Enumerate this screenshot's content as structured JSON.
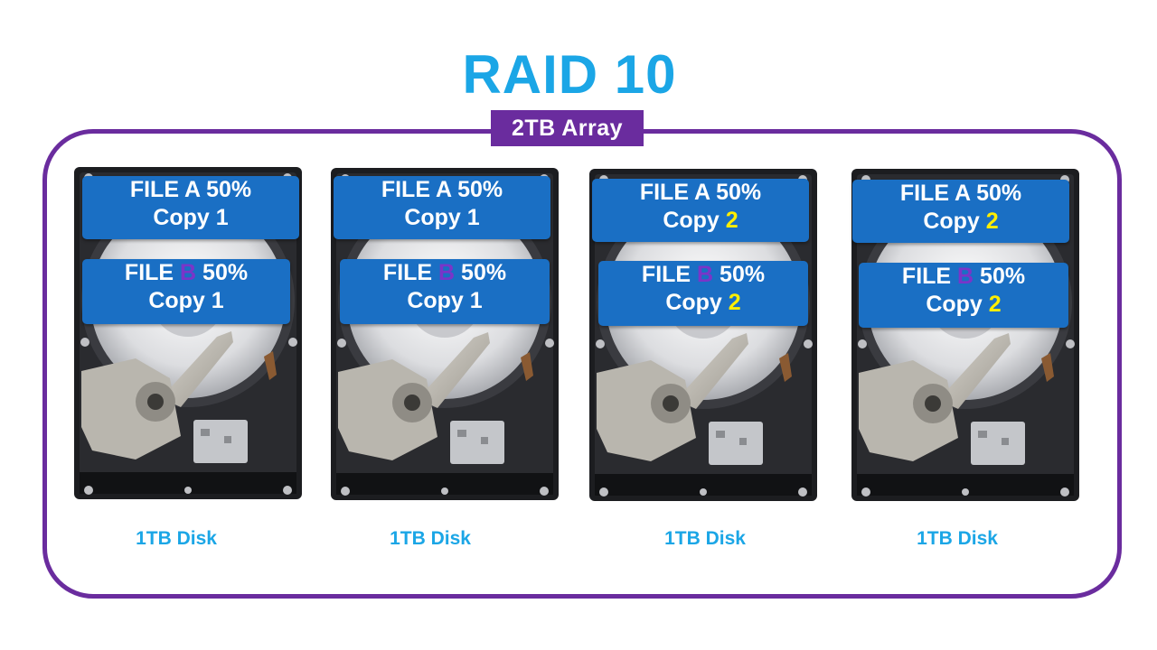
{
  "title": "RAID 10",
  "array_label": "2TB Array",
  "disks": [
    {
      "caption": "1TB Disk",
      "file_a": {
        "prefix": "FILE ",
        "letter": "A",
        "suffix": " 50%",
        "copy_text": "Copy ",
        "copy_num": "1"
      },
      "file_b": {
        "prefix": "FILE ",
        "letter": "B",
        "suffix": " 50%",
        "copy_text": "Copy ",
        "copy_num": "1"
      }
    },
    {
      "caption": "1TB Disk",
      "file_a": {
        "prefix": "FILE ",
        "letter": "A",
        "suffix": " 50%",
        "copy_text": "Copy ",
        "copy_num": "1"
      },
      "file_b": {
        "prefix": "FILE ",
        "letter": "B",
        "suffix": " 50%",
        "copy_text": "Copy ",
        "copy_num": "1"
      }
    },
    {
      "caption": "1TB Disk",
      "file_a": {
        "prefix": "FILE ",
        "letter": "A",
        "suffix": " 50%",
        "copy_text": "Copy ",
        "copy_num": "2"
      },
      "file_b": {
        "prefix": "FILE ",
        "letter": "B",
        "suffix": " 50%",
        "copy_text": "Copy ",
        "copy_num": "2"
      }
    },
    {
      "caption": "1TB Disk",
      "file_a": {
        "prefix": "FILE ",
        "letter": "A",
        "suffix": " 50%",
        "copy_text": "Copy ",
        "copy_num": "2"
      },
      "file_b": {
        "prefix": "FILE ",
        "letter": "B",
        "suffix": " 50%",
        "copy_text": "Copy ",
        "copy_num": "2"
      }
    }
  ],
  "colors": {
    "title": "#1ba6e6",
    "frame": "#6a2c9e",
    "label_bg": "#1a6fc4",
    "highlight_b": "#7a35c8",
    "highlight_copy2": "#ffee00"
  }
}
